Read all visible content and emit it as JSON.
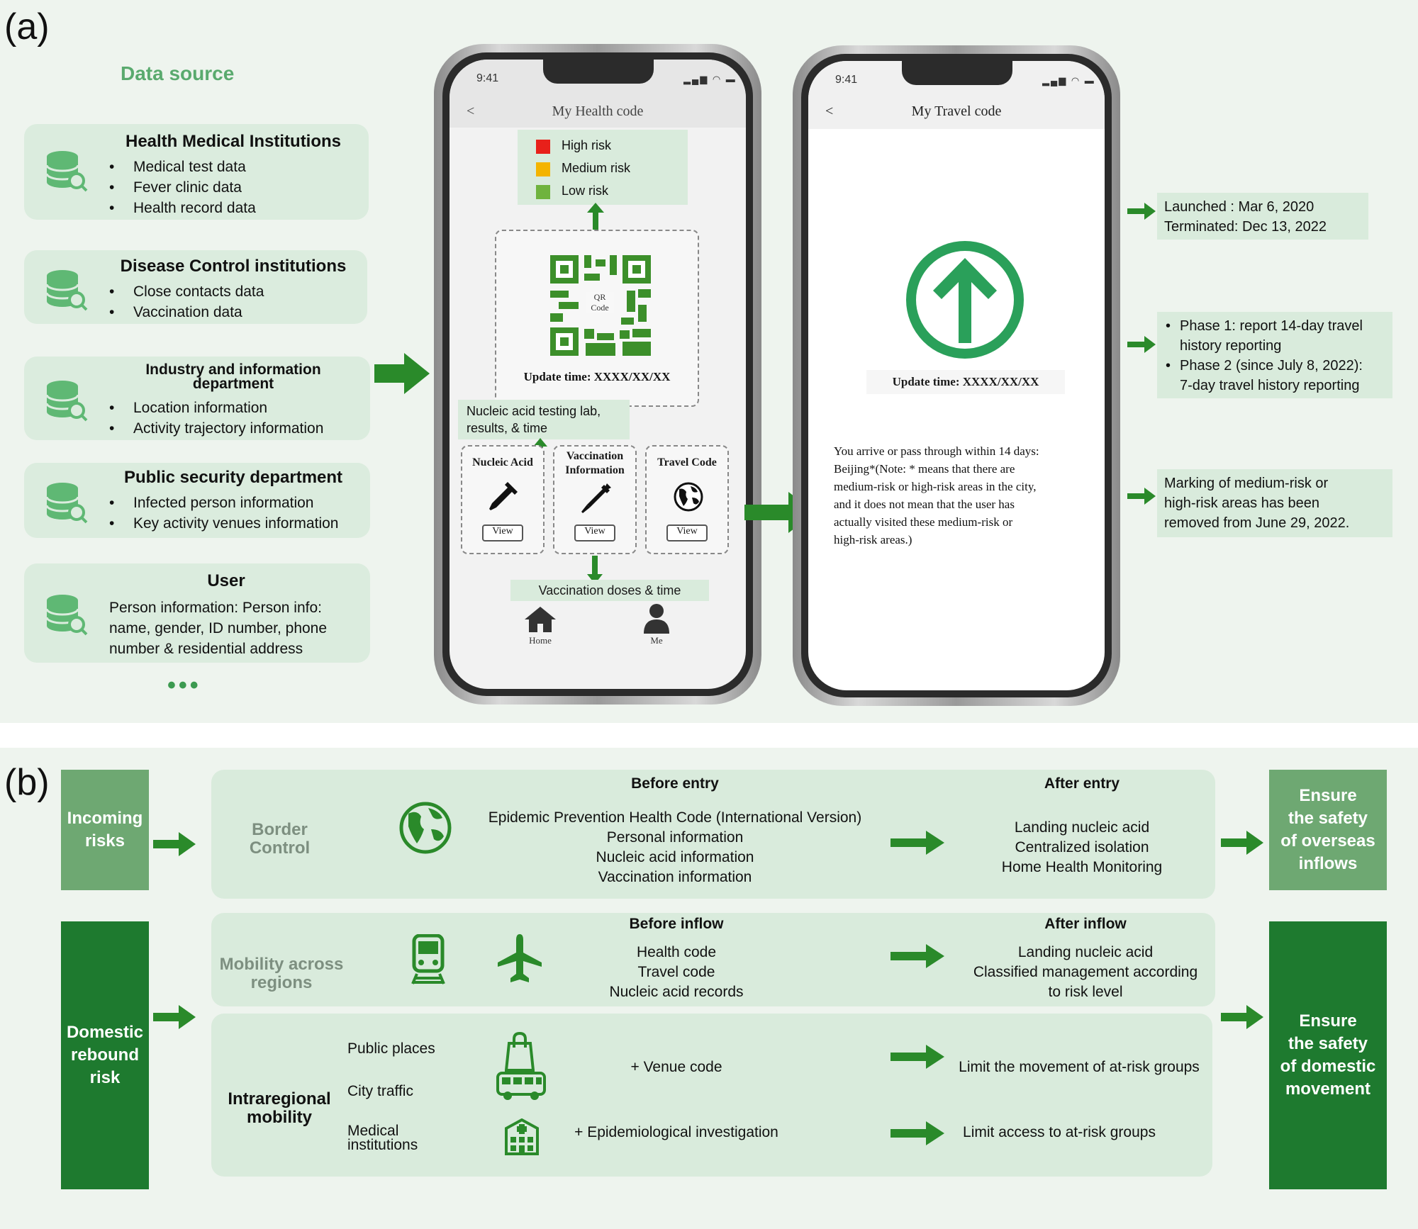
{
  "panel_a": {
    "label": "(a)",
    "data_source_title": "Data source",
    "sources": [
      {
        "title": "Health Medical Institutions",
        "items": [
          "Medical test data",
          "Fever clinic data",
          "Health record data"
        ]
      },
      {
        "title": "Disease Control institutions",
        "items": [
          "Close contacts data",
          "Vaccination data"
        ]
      },
      {
        "title_line1": "Industry and information",
        "title_line2": "department",
        "items": [
          "Location information",
          "Activity trajectory information"
        ]
      },
      {
        "title": "Public security department",
        "items": [
          "Infected person information",
          "Key activity venues information"
        ]
      },
      {
        "title": "User",
        "lines": [
          "Person information: Person info:",
          "name, gender, ID number, phone",
          "number & residential address"
        ]
      }
    ],
    "more": "•••",
    "phone1": {
      "time": "9:41",
      "back": "<",
      "header": "My Health code",
      "risks": [
        {
          "label": "High risk",
          "color": "#e8201a"
        },
        {
          "label": "Medium risk",
          "color": "#f4b400"
        },
        {
          "label": "Low risk",
          "color": "#6fb33e"
        }
      ],
      "qr_label_1": "QR",
      "qr_label_2": "Code",
      "update_time": "Update time: XXXX/XX/XX",
      "nucleic_note": [
        "Nucleic acid testing lab,",
        "results, & time"
      ],
      "cards": [
        {
          "title": "Nucleic Acid",
          "button": "View"
        },
        {
          "title_line1": "Vaccination",
          "title_line2": "Information",
          "button": "View"
        },
        {
          "title": "Travel Code",
          "button": "View"
        }
      ],
      "vaccination_note": "Vaccination doses & time",
      "nav": [
        {
          "label": "Home"
        },
        {
          "label": "Me"
        }
      ]
    },
    "phone2": {
      "time": "9:41",
      "back": "<",
      "header": "My Travel code",
      "update_time": "Update time: XXXX/XX/XX",
      "message_lines": [
        "You arrive or pass through within 14 days:",
        "Beijing*(Note: * means that there are",
        "medium-risk or high-risk areas in the city,",
        "and it does not mean that the user has",
        "actually visited these medium-risk or",
        "high-risk areas.)"
      ]
    },
    "annotations": {
      "launched": "Launched : Mar 6, 2020",
      "terminated": "Terminated: Dec 13, 2022",
      "phase1_line1": "Phase 1: report 14-day travel",
      "phase1_line2": "history reporting",
      "phase2_line1": "Phase 2 (since July 8, 2022):",
      "phase2_line2": "7-day travel history reporting",
      "marking_lines": [
        "Marking of medium-risk or",
        "high-risk areas has been",
        "removed from June 29, 2022."
      ]
    }
  },
  "panel_b": {
    "label": "(b)",
    "incoming": [
      "Incoming",
      "risks"
    ],
    "domestic": [
      "Domestic",
      "rebound",
      "risk"
    ],
    "ensure_overseas": [
      "Ensure",
      "the safety",
      "of overseas",
      "inflows"
    ],
    "ensure_domestic": [
      "Ensure",
      "the safety",
      "of domestic",
      "movement"
    ],
    "border": {
      "label": "Border Control",
      "before_head": "Before entry",
      "before_lines": [
        "Epidemic Prevention Health Code (International Version)",
        "Personal information",
        "Nucleic acid information",
        "Vaccination information"
      ],
      "after_head": "After entry",
      "after_lines": [
        "Landing nucleic acid",
        "Centralized isolation",
        "Home Health Monitoring"
      ]
    },
    "mobility": {
      "label": [
        "Mobility across",
        "regions"
      ],
      "before_head": "Before inflow",
      "before_lines": [
        "Health code",
        "Travel code",
        "Nucleic acid records"
      ],
      "after_head": "After inflow",
      "after_lines": [
        "Landing nucleic acid",
        "Classified management according",
        "to risk level"
      ]
    },
    "intra": {
      "label": [
        "Intraregional",
        "mobility"
      ],
      "places": [
        "Public places",
        "City traffic"
      ],
      "medical": [
        "Medical",
        "institutions"
      ],
      "venue": "+ Venue code",
      "epi": "+ Epidemiological investigation",
      "limit_movement": "Limit the movement of at-risk groups",
      "limit_access": "Limit access to at-risk groups"
    }
  },
  "colors": {
    "accent": "#2e8b3e",
    "dark_green": "#1e7a2f",
    "light_green_box": "#d9ebdc",
    "incoming_green": "#6ea872",
    "arrow_green": "#2a8a2a"
  }
}
